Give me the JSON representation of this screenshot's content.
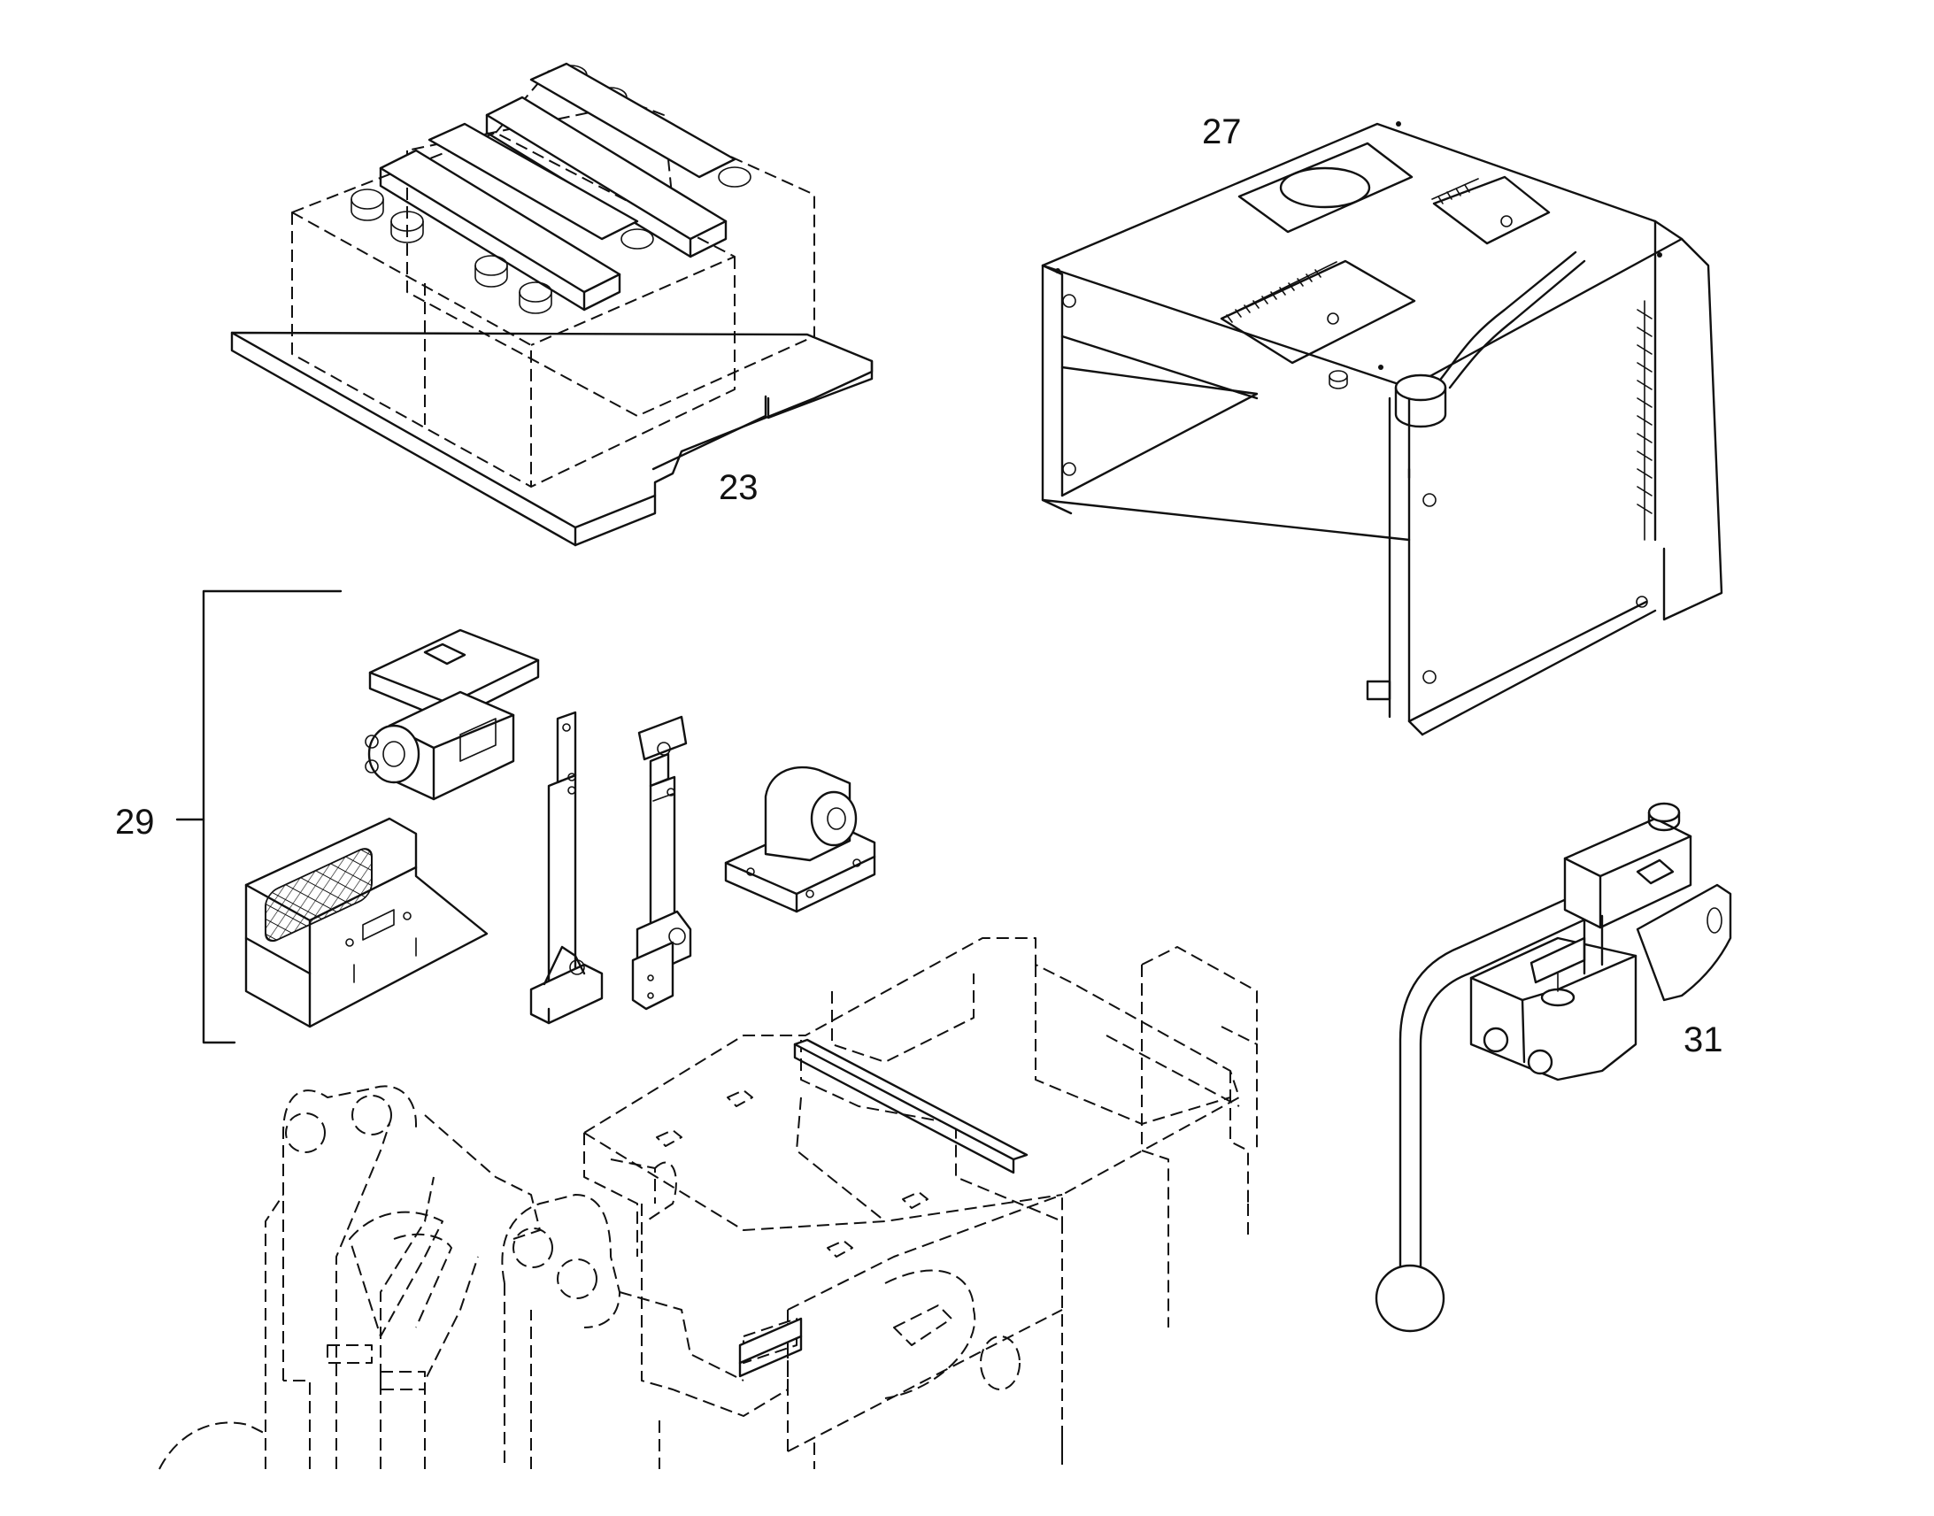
{
  "diagram": {
    "callouts": [
      {
        "id": "23",
        "label": "23"
      },
      {
        "id": "27",
        "label": "27"
      },
      {
        "id": "29",
        "label": "29"
      },
      {
        "id": "31",
        "label": "31"
      }
    ],
    "colors": {
      "ink": "#111111",
      "background": "#ffffff"
    }
  }
}
